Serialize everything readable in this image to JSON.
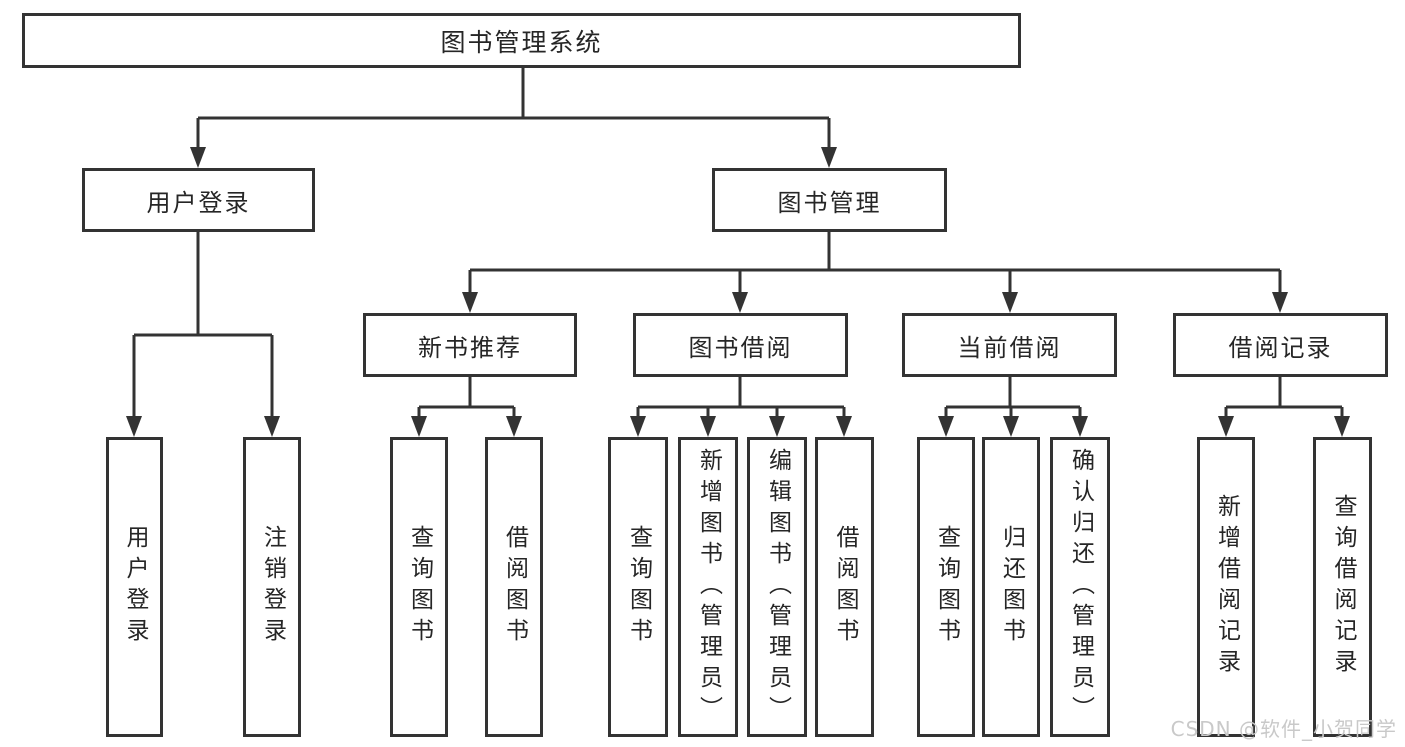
{
  "labels": {
    "root": "图书管理系统",
    "l2_user_login": "用户登录",
    "l2_book_mgmt": "图书管理",
    "l3_new_books": "新书推荐",
    "l3_borrow": "图书借阅",
    "l3_current": "当前借阅",
    "l3_records": "借阅记录",
    "leaf_user_login": "用户登录",
    "leaf_logout": "注销登录",
    "leaf_nb_query": "查询图书",
    "leaf_nb_borrow": "借阅图书",
    "leaf_bw_query": "查询图书",
    "leaf_bw_add": "新增图书（管理员）",
    "leaf_bw_edit": "编辑图书（管理员）",
    "leaf_bw_borrow": "借阅图书",
    "leaf_cur_query": "查询图书",
    "leaf_cur_return": "归还图书",
    "leaf_cur_confirm": "确认归还（管理员）",
    "leaf_rec_add": "新增借阅记录",
    "leaf_rec_query": "查询借阅记录"
  },
  "watermark": "CSDN @软件_小贺同学",
  "structure": {
    "图书管理系统": {
      "用户登录": [
        "用户登录",
        "注销登录"
      ],
      "图书管理": {
        "新书推荐": [
          "查询图书",
          "借阅图书"
        ],
        "图书借阅": [
          "查询图书",
          "新增图书（管理员）",
          "编辑图书（管理员）",
          "借阅图书"
        ],
        "当前借阅": [
          "查询图书",
          "归还图书",
          "确认归还（管理员）"
        ],
        "借阅记录": [
          "新增借阅记录",
          "查询借阅记录"
        ]
      }
    }
  },
  "colors": {
    "line": "#333333",
    "box_border": "#333333",
    "box_fill": "#ffffff",
    "text": "#262626",
    "watermark": "#c9c9c9",
    "background": "#ffffff"
  }
}
